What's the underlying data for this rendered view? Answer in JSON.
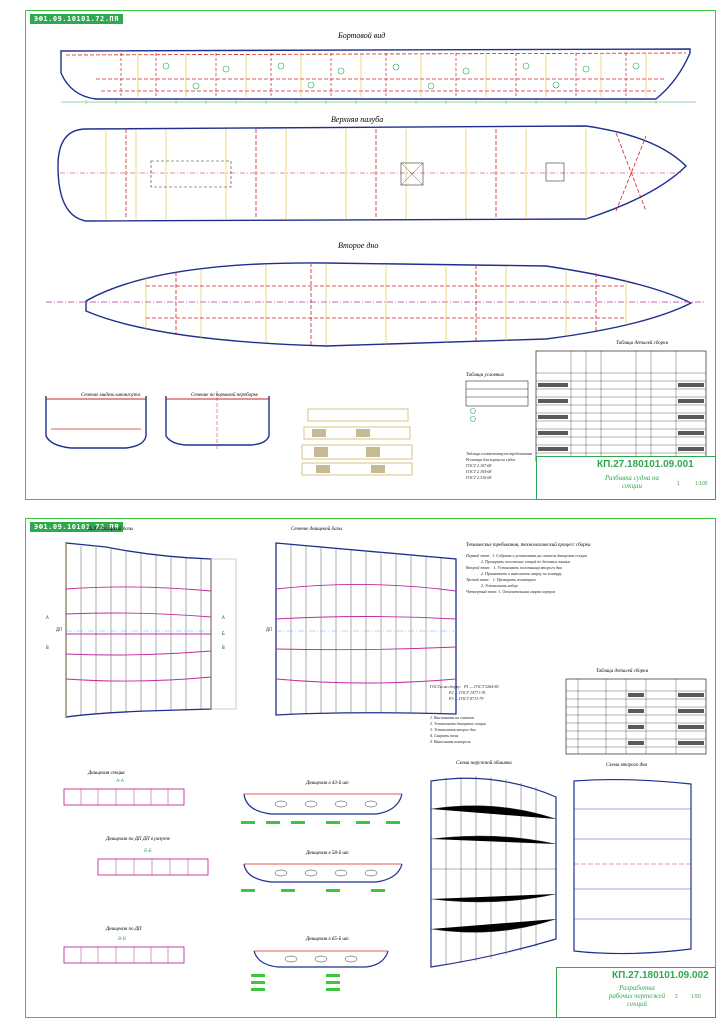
{
  "sheet1": {
    "frame_label": "ЭФ1.09.10101.72.ПЯ",
    "views": {
      "side": "Бортовой вид",
      "upper_deck": "Верхняя палуба",
      "second_bottom": "Второе дно"
    },
    "sections": {
      "left": "Сечение мидель-шпангоута",
      "right": "Сечение по кормовой переборке"
    },
    "legend_title": "Таблица условных",
    "table_title": "Таблица деталей сборки",
    "notes": "Таблица соответствует требованиям\nРегистра для корпусов судов\nГОСТ 2.107-68\nГОСТ 2.104-68\nГОСТ 2.316-68",
    "title_block": {
      "code": "КП.27.180101.09.001",
      "name": "Разбивка судна на секции",
      "sheet": "1",
      "scale": "1:100"
    }
  },
  "sheet2": {
    "frame_label": "ЭФ1.09.10101.72.ПЯ",
    "views": {
      "bottom": "Вид с днищевой базы",
      "deck": "Сечение днищевой базы"
    },
    "sections": {
      "aa": "А-А",
      "bb": "Б-Б",
      "vv": "В-В",
      "aa_caption": "Днищевая секция",
      "bb_caption": "Днищевая по ДП ДП в разрезе",
      "vv_caption": "Днищевая по ДП",
      "s1": "Днищевая в 43-й шп",
      "s2": "Днищевая в 58-й шп",
      "s3": "Днищевая в 65-й шп",
      "exp1": "Схема наружной обшивки",
      "exp2": "Схема второго дна"
    },
    "requirements_title": "Технические требования, технологический процесс сборки",
    "requirements": "Первый этап:  1. Собрать и установить на стапель днищевые секции\n               2. Проверить положение секций по базовым линиям\nВторой этап:   1. Установить полотнища второго дна\n               2. Прихватить и выполнить сварку по контуру\nТретий этап:   1. Проверить геометрию\n               2. Установить набор\nЧетвертый этап: 1. Окончательная сварка корпуса",
    "gost_lines": "ГОСТы на сборку:   Р1 — ГОСТ 5264-80\n                   Р2 — ГОСТ 14771-76\n                   Р3 — ГОСТ 8713-79",
    "assembly_steps": "1. Выставить на стапель\n2. Установить днищевые секции\n3. Установить второе дно\n4. Сварить пазы\n5. Выполнить контроль",
    "table_title": "Таблица деталей сборки",
    "labels": {
      "A": "А",
      "B": "Б",
      "V": "В",
      "dp": "ДП"
    },
    "title_block": {
      "code": "КП.27.180101.09.002",
      "name": "Разработка рабочих чертежей секций",
      "sheet": "2",
      "scale": "1:50"
    }
  },
  "colors": {
    "frame": "#3cc83c",
    "hull": "#1f2f8f",
    "seam": "#d02020",
    "frame_line": "#e0c020",
    "grid": "#2fa84f",
    "magenta": "#c02ca0"
  }
}
